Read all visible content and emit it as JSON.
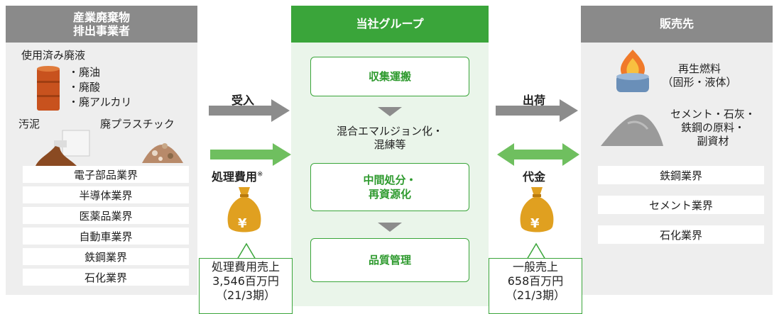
{
  "left": {
    "header": "産業廃棄物\n排出事業者",
    "waste_liquid_title": "使用済み廃液",
    "waste_liquid_items": [
      "・廃油",
      "・廃酸",
      "・廃アルカリ"
    ],
    "sludge": "汚泥",
    "waste_plastic": "廃プラスチック",
    "industries": [
      "電子部品業界",
      "半導体業界",
      "医薬品業界",
      "自動車業界",
      "鉄鋼業界",
      "石化業界"
    ]
  },
  "center": {
    "header": "当社グループ",
    "step1": "収集運搬",
    "middle_text": "混合エマルジョン化・\n混練等",
    "step2": "中間処分・\n再資源化",
    "step3": "品質管理"
  },
  "right": {
    "header": "販売先",
    "product1": "再生燃料\n（固形・液体）",
    "product2": "セメント・石灰・\n鉄鋼の原料・\n副資材",
    "industries": [
      "鉄鋼業界",
      "セメント業界",
      "石化業界"
    ]
  },
  "flows": {
    "receive": "受入",
    "fee": "処理費用",
    "fee_note": "※",
    "ship": "出荷",
    "payment": "代金",
    "yen_symbol": "¥"
  },
  "callouts": {
    "fee_sales": "処理費用売上\n3,546百万円\n（21/3期）",
    "general_sales": "一般売上\n658百万円\n（21/3期）"
  },
  "colors": {
    "green": "#3aa53a",
    "gray_header": "#8a8a8a",
    "gray_arrow": "#8c8c8c",
    "green_arrow": "#6fbf5f",
    "bag": "#e0a020"
  }
}
